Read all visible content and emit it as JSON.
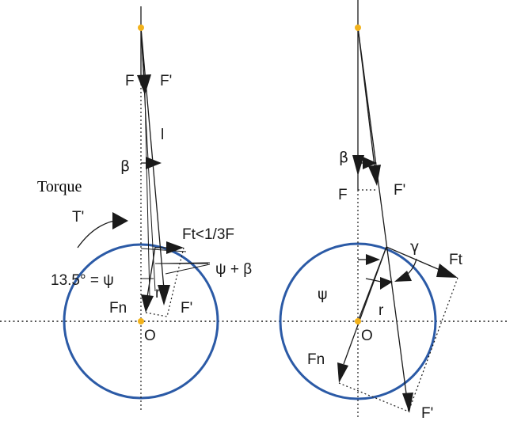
{
  "left": {
    "label_F": "F",
    "label_F_prime": "F'",
    "label_l": "l",
    "label_beta": "β",
    "label_torque": "Torque",
    "label_T_prime": "T'",
    "label_ft": "Ft<1/3F",
    "label_psi_eq": "13.5° = ψ",
    "label_psi_beta": "ψ + β",
    "label_fn": "Fn",
    "label_r": "r",
    "label_F_prime_bottom": "F'",
    "label_O": "O"
  },
  "right": {
    "label_beta": "β",
    "label_F": "F",
    "label_F_prime": "F'",
    "label_gamma": "γ",
    "label_ft": "Ft",
    "label_psi": "ψ",
    "label_r": "r",
    "label_O": "O",
    "label_fn": "Fn",
    "label_F_prime_bottom": "F'"
  },
  "colors": {
    "circle": "#2b5aa6",
    "pivot": "#f2b21b",
    "ink": "#1a1a1a"
  }
}
